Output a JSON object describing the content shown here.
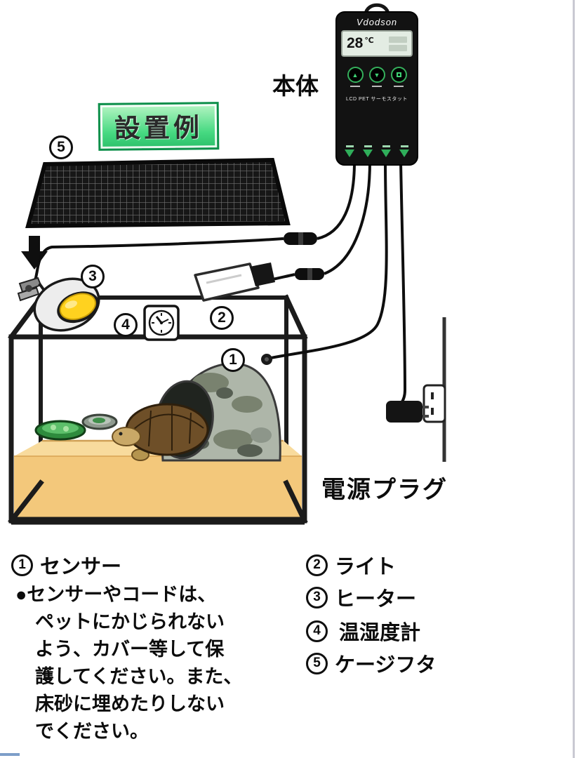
{
  "banner": {
    "title": "設置例"
  },
  "device": {
    "label": "本体",
    "brand": "Vdodson",
    "lcd_temp": "28",
    "lcd_unit": "℃",
    "model_text": "LCD PET サーモスタット",
    "button_up": "▲",
    "button_down": "▼"
  },
  "callouts": {
    "c1": "1",
    "c2": "2",
    "c3": "3",
    "c4": "4",
    "c5": "5"
  },
  "labels": {
    "power_plug": "電源プラグ"
  },
  "legend": {
    "item1_num": "1",
    "item1_label": "センサー",
    "note": "●センサーやコードは、\nペットにかじられない\nよう、カバー等して保\n護してください。また、\n床砂に埋めたりしない\nでください。",
    "right": [
      {
        "num": "2",
        "label": "ライト"
      },
      {
        "num": "3",
        "label": "ヒーター"
      },
      {
        "num": "4",
        "label": "温湿度計"
      },
      {
        "num": "5",
        "label": "ケージフタ"
      }
    ]
  },
  "colors": {
    "banner_green": "#2cc06a",
    "bulb_yellow": "#ffd21f",
    "sand": "#f3c87b",
    "device_accent": "#2fae5a"
  }
}
